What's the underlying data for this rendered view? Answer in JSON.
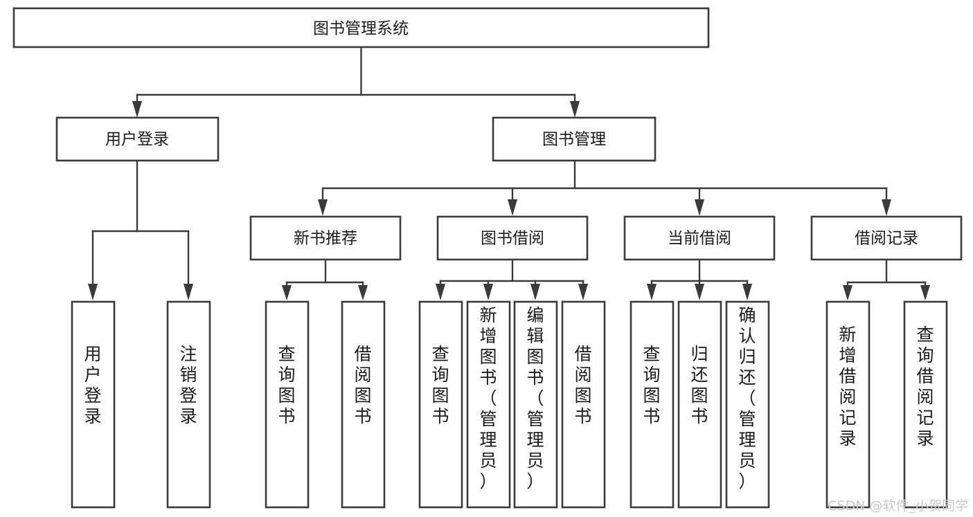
{
  "diagram": {
    "type": "tree-hierarchy",
    "orientation": "top-down",
    "root": {
      "label": "图书管理系统"
    },
    "level1": [
      {
        "label": "用户登录"
      },
      {
        "label": "图书管理"
      }
    ],
    "level2": [
      {
        "label": "新书推荐"
      },
      {
        "label": "图书借阅"
      },
      {
        "label": "当前借阅"
      },
      {
        "label": "借阅记录"
      }
    ],
    "leaves": {
      "user_login": [
        {
          "label": "用户登录"
        },
        {
          "label": "注销登录"
        }
      ],
      "new_book_recommend": [
        {
          "label": "查询图书"
        },
        {
          "label": "借阅图书"
        }
      ],
      "book_borrow": [
        {
          "label": "查询图书"
        },
        {
          "label": "新增图书（管理员）"
        },
        {
          "label": "编辑图书（管理员）"
        },
        {
          "label": "借阅图书"
        }
      ],
      "current_borrow": [
        {
          "label": "查询图书"
        },
        {
          "label": "归还图书"
        },
        {
          "label": "确认归还（管理员）"
        }
      ],
      "borrow_record": [
        {
          "label": "新增借阅记录"
        },
        {
          "label": "查询借阅记录"
        }
      ]
    }
  },
  "watermark": {
    "text": "CSDN @软件_小贺同学"
  },
  "colors": {
    "stroke": "#3a3a3a",
    "box_fill": "#ffffff",
    "text": "#1b1b1b",
    "watermark": "#c9c9c9",
    "background": "#ffffff"
  }
}
